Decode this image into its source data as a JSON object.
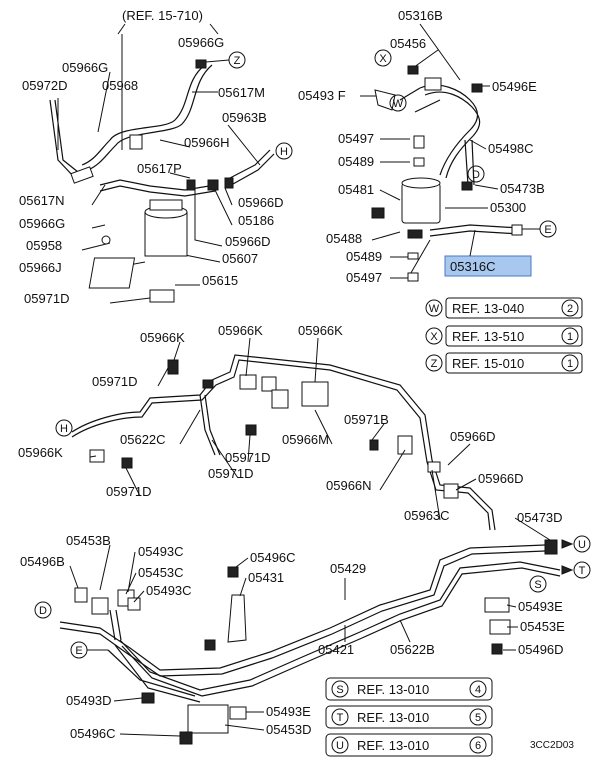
{
  "header_ref": "(REF. 15-710)",
  "drawing_code": "3CC2D03",
  "highlight_color": "#a9c8f0",
  "labels": {
    "p05966G_top": "05966G",
    "p05966G_left": "05966G",
    "p05968": "05968",
    "p05972D": "05972D",
    "p05617M": "05617M",
    "p05963B": "05963B",
    "p05966H": "05966H",
    "p05617P": "05617P",
    "p05617N": "05617N",
    "p05966G_mid": "05966G",
    "p05958": "05958",
    "p05966J": "05966J",
    "p05966D_a": "05966D",
    "p05186": "05186",
    "p05966D_b": "05966D",
    "p05607": "05607",
    "p05615": "05615",
    "p05971D_a": "05971D",
    "p05316B": "05316B",
    "p05456": "05456",
    "p05493F": "05493 F",
    "p05496E": "05496E",
    "p05497_a": "05497",
    "p05489_a": "05489",
    "p05498C": "05498C",
    "p05481": "05481",
    "p05473B": "05473B",
    "p05300": "05300",
    "p05488": "05488",
    "p05489_b": "05489",
    "p05316C": "05316C",
    "p05497_b": "05497",
    "p05966K_a": "05966K",
    "p05966K_b": "05966K",
    "p05966K_c": "05966K",
    "p05971D_b": "05971D",
    "p05971B": "05971B",
    "p05966D_c": "05966D",
    "p05966K_d": "05966K",
    "p05622C": "05622C",
    "p05966M": "05966M",
    "p05971D_c": "05971D",
    "p05971D_d": "05971D",
    "p05966N": "05966N",
    "p05966D_d": "05966D",
    "p05963C": "05963C",
    "p05473D": "05473D",
    "p05453B": "05453B",
    "p05493C_a": "05493C",
    "p05496C_a": "05496C",
    "p05429": "05429",
    "p05496B": "05496B",
    "p05453C": "05453C",
    "p05493C_b": "05493C",
    "p05431": "05431",
    "p05493E_a": "05493E",
    "p05453E": "05453E",
    "p05421": "05421",
    "p05622B": "05622B",
    "p05496D": "05496D",
    "p05493D": "05493D",
    "p05493E_b": "05493E",
    "p05496C_b": "05496C",
    "p05453D": "05453D"
  },
  "refs": [
    {
      "key": "W",
      "text": "REF. 13-040",
      "page": "2"
    },
    {
      "key": "X",
      "text": "REF. 13-510",
      "page": "1"
    },
    {
      "key": "Z",
      "text": "REF. 15-010",
      "page": "1"
    },
    {
      "key": "S",
      "text": "REF. 13-010",
      "page": "4"
    },
    {
      "key": "T",
      "text": "REF. 13-010",
      "page": "5"
    },
    {
      "key": "U",
      "text": "REF. 13-010",
      "page": "6"
    }
  ],
  "callouts": {
    "Z": "Z",
    "X": "X",
    "W": "W",
    "H1": "H",
    "D1": "D",
    "E1": "E",
    "H2": "H",
    "U": "U",
    "S": "S",
    "T": "T",
    "D2": "D",
    "E2": "E"
  }
}
